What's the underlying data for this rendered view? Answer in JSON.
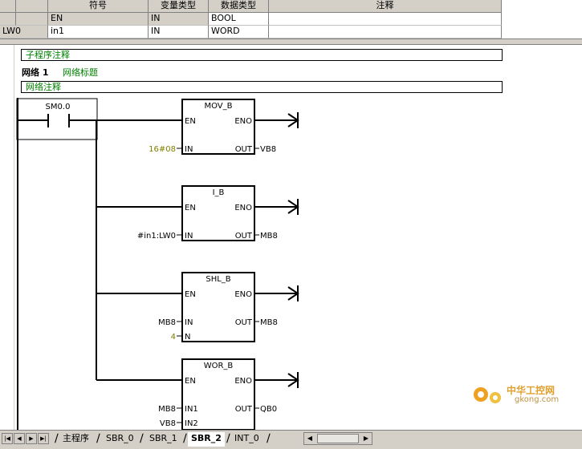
{
  "var_table": {
    "headers": [
      "符号",
      "变量类型",
      "数据类型",
      "注释"
    ],
    "rows": [
      {
        "address": "",
        "symbol": "EN",
        "var_type": "IN",
        "data_type": "BOOL",
        "comment": ""
      },
      {
        "address": "LW0",
        "symbol": "in1",
        "var_type": "IN",
        "data_type": "WORD",
        "comment": ""
      }
    ]
  },
  "editor": {
    "subroutine_comment": "子程序注释",
    "network_label": "网络 1",
    "network_title": "网络标题",
    "network_comment": "网络注释",
    "contact": "SM0.0",
    "boxes": [
      {
        "name": "MOV_B",
        "en": "EN",
        "eno": "ENO",
        "inputs": [
          {
            "label": "IN",
            "operand": "16#08"
          }
        ],
        "outputs": [
          {
            "label": "OUT",
            "operand": "VB8"
          }
        ]
      },
      {
        "name": "I_B",
        "en": "EN",
        "eno": "ENO",
        "inputs": [
          {
            "label": "IN",
            "operand": "#in1:LW0"
          }
        ],
        "outputs": [
          {
            "label": "OUT",
            "operand": "MB8"
          }
        ]
      },
      {
        "name": "SHL_B",
        "en": "EN",
        "eno": "ENO",
        "inputs": [
          {
            "label": "IN",
            "operand": "MB8"
          },
          {
            "label": "N",
            "operand": "4"
          }
        ],
        "outputs": [
          {
            "label": "OUT",
            "operand": "MB8"
          }
        ]
      },
      {
        "name": "WOR_B",
        "en": "EN",
        "eno": "ENO",
        "inputs": [
          {
            "label": "IN1",
            "operand": "MB8"
          },
          {
            "label": "IN2",
            "operand": "VB8"
          }
        ],
        "outputs": [
          {
            "label": "OUT",
            "operand": "QB0"
          }
        ]
      }
    ],
    "constant_color": "#808000"
  },
  "tabs": [
    {
      "label": "主程序",
      "active": false
    },
    {
      "label": "SBR_0",
      "active": false
    },
    {
      "label": "SBR_1",
      "active": false
    },
    {
      "label": "SBR_2",
      "active": true
    },
    {
      "label": "INT_0",
      "active": false
    }
  ],
  "nav_icons": [
    "first-icon",
    "prev-icon",
    "next-icon",
    "last-icon"
  ],
  "watermark": {
    "text": "中华工控网",
    "url": "gkong.com"
  }
}
